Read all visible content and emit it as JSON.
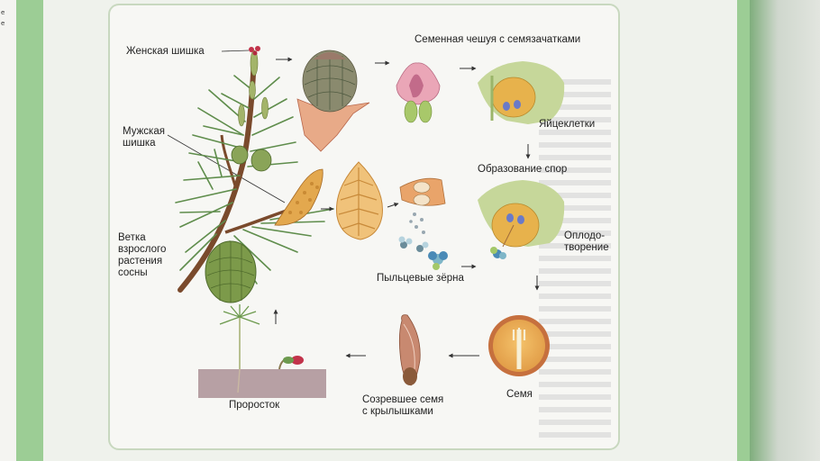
{
  "side_text": [
    "e",
    "е"
  ],
  "labels": {
    "female_cone": "Женская шишка",
    "seed_scale": "Семенная чешуя с семязачатками",
    "male_cone": "Мужская\nшишка",
    "egg_cells": "Яйцеклетки",
    "spore_formation": "Образование спор",
    "branch": "Ветка\nвзрослого\nрастения\nсосны",
    "fertilization": "Оплодо-\nтворение",
    "pollen": "Пыльцевые зёрна",
    "sprout": "Проросток",
    "mature_seed": "Созревшее семя\nс крылышками",
    "seed": "Семя"
  },
  "colors": {
    "cover": "#9ccd95",
    "panel": "#f7f7f4",
    "needle": "#5f8d4c",
    "cone_green": "#7c9a4a",
    "male_cone": "#d9a046",
    "ovule": "#e7b24c",
    "wing": "#c88970",
    "soil": "#b7a0a4"
  }
}
